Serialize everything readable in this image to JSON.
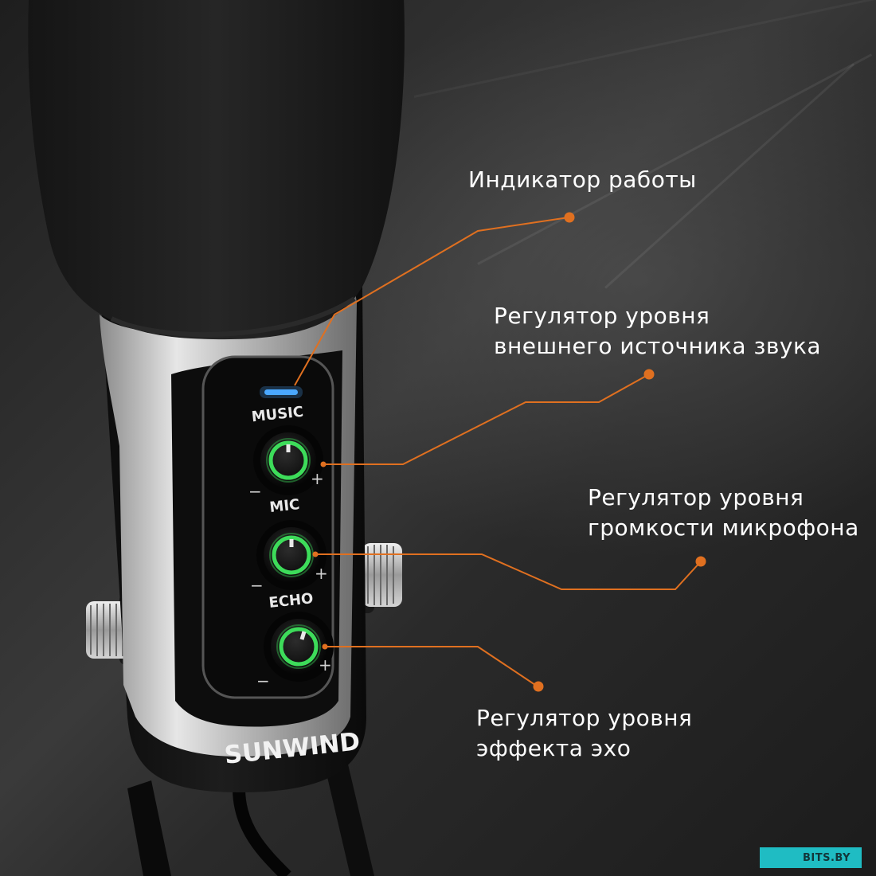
{
  "callouts": {
    "indicator": {
      "line1": "Индикатор работы"
    },
    "music_level": {
      "line1": "Регулятор уровня",
      "line2": "внешнего источника звука"
    },
    "mic_level": {
      "line1": "Регулятор уровня",
      "line2": "громкости микрофона"
    },
    "echo_level": {
      "line1": "Регулятор уровня",
      "line2": "эффекта эхо"
    }
  },
  "device": {
    "brand": "SUNWIND",
    "knobs": [
      {
        "label": "MUSIC",
        "minus": "−",
        "plus": "+"
      },
      {
        "label": "MIC",
        "minus": "−",
        "plus": "+"
      },
      {
        "label": "ECHO",
        "minus": "−",
        "plus": "+"
      }
    ]
  },
  "watermark": "BITS.BY",
  "colors": {
    "callout_line": "#e07020",
    "knob_ring": "#3ddc5a",
    "indicator_led": "#4aa8ff",
    "watermark_bg": "#1fbcc3"
  }
}
